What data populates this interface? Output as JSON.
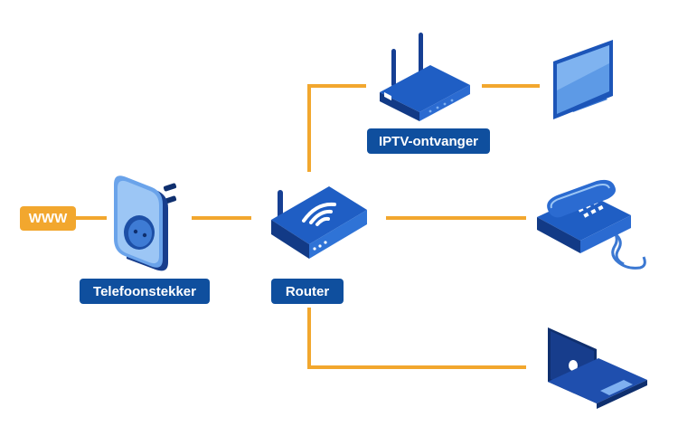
{
  "diagram": {
    "labels": {
      "www": "WWW",
      "telefoonstekker": "Telefoonstekker",
      "router": "Router",
      "iptv": "IPTV-ontvanger"
    },
    "icons": {
      "socket": "phone-socket-plug-icon",
      "router": "wifi-router-icon",
      "iptv": "iptv-receiver-icon",
      "tv": "monitor-icon",
      "phone": "desk-telephone-icon",
      "laptop": "laptop-icon"
    },
    "colors": {
      "line": "#f2a72e",
      "label_blue": "#0f4f9e",
      "device_dark": "#153a8a",
      "device_light": "#3f7fd6"
    }
  }
}
